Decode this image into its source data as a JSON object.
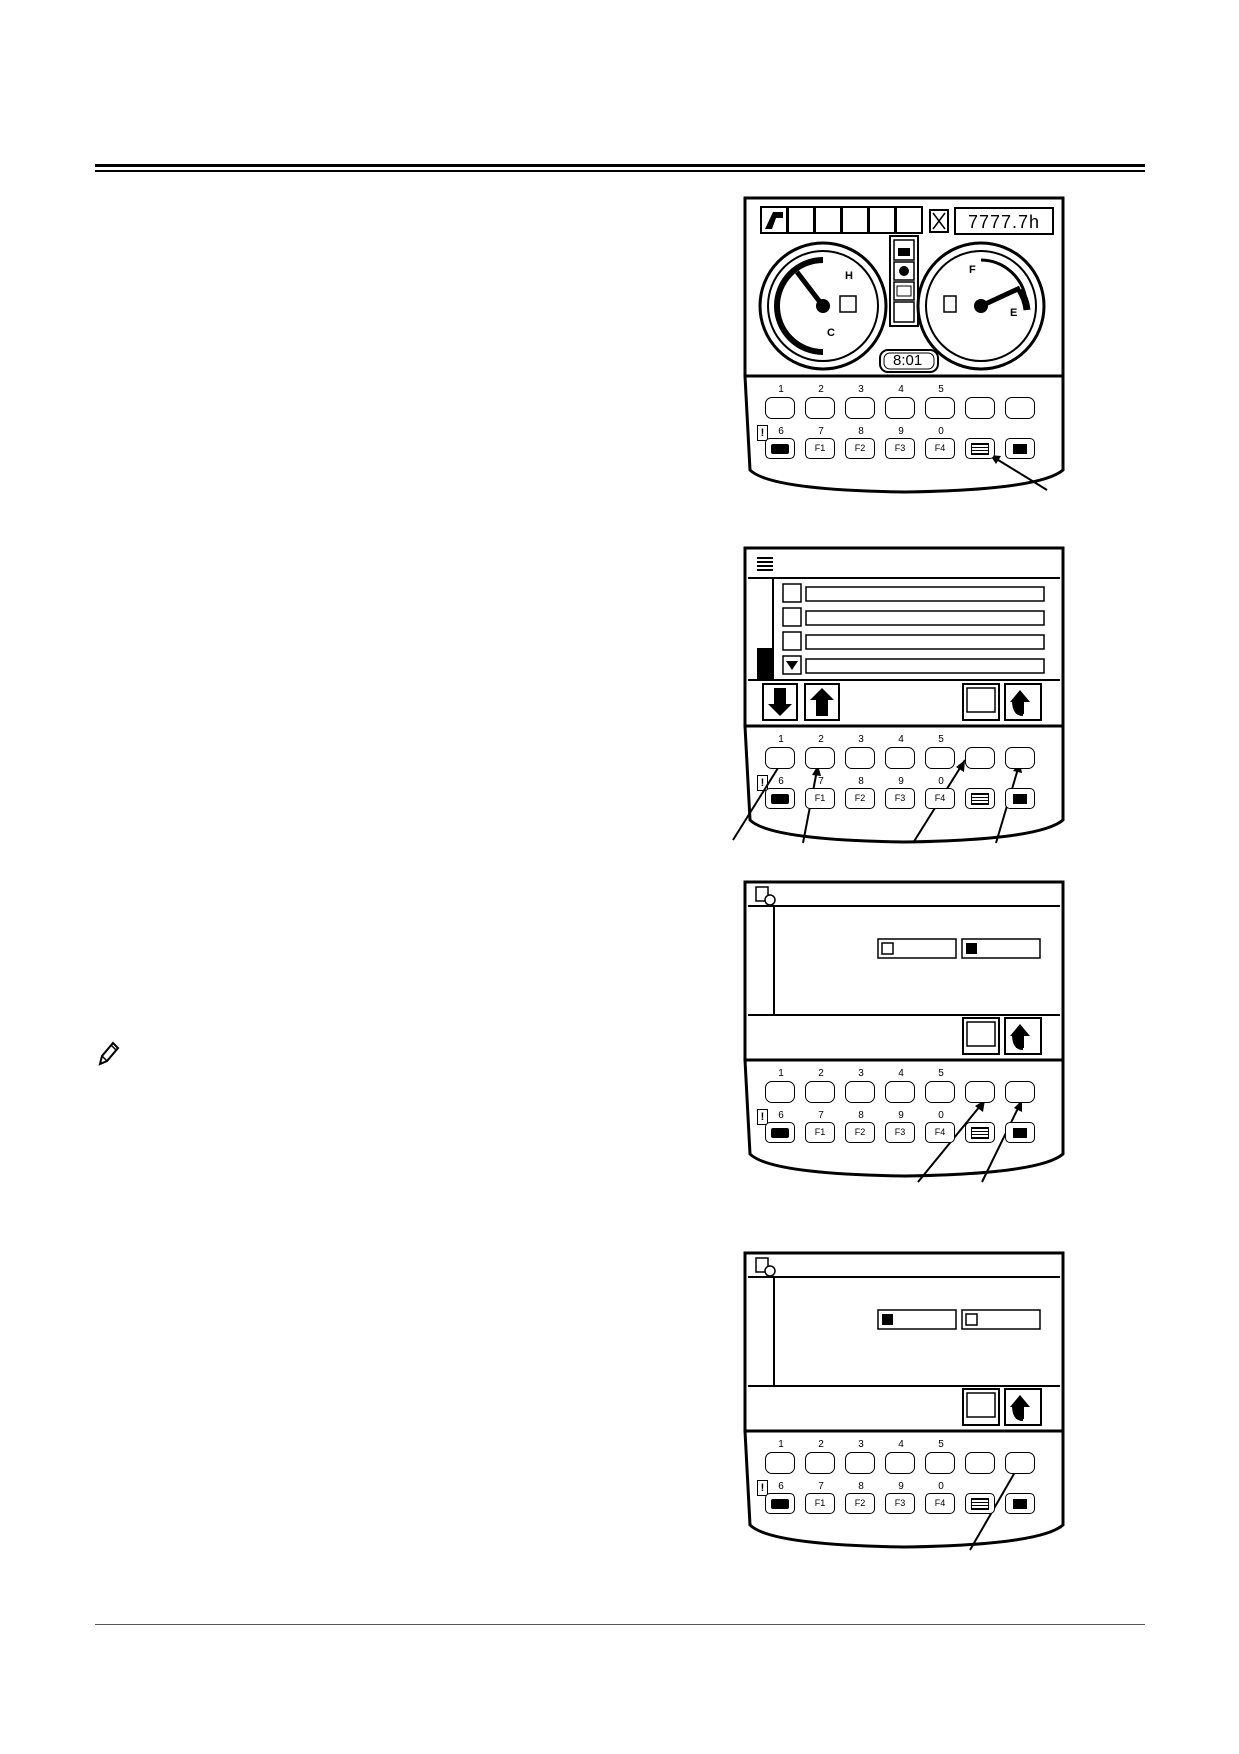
{
  "keypad": {
    "top_numbers": [
      "1",
      "2",
      "3",
      "4",
      "5"
    ],
    "bottom_numbers": [
      "6",
      "7",
      "8",
      "9",
      "0"
    ],
    "f_keys": [
      "F1",
      "F2",
      "F3",
      "F4"
    ]
  },
  "panel1": {
    "hour_meter": "7777.7h",
    "clock": "8:01",
    "temp_high": "H",
    "temp_low": "C",
    "fuel_full": "F",
    "fuel_empty": "E"
  },
  "panel2": {
    "menu_items": [
      "",
      "",
      "",
      ""
    ]
  },
  "colors": {
    "ink": "#000000",
    "paper": "#ffffff"
  },
  "icons": [
    "menu-icon",
    "arrow-down-icon",
    "arrow-up-icon",
    "hand-select-icon",
    "return-icon",
    "note-pencil-icon",
    "warning-icon",
    "camera-icon"
  ]
}
